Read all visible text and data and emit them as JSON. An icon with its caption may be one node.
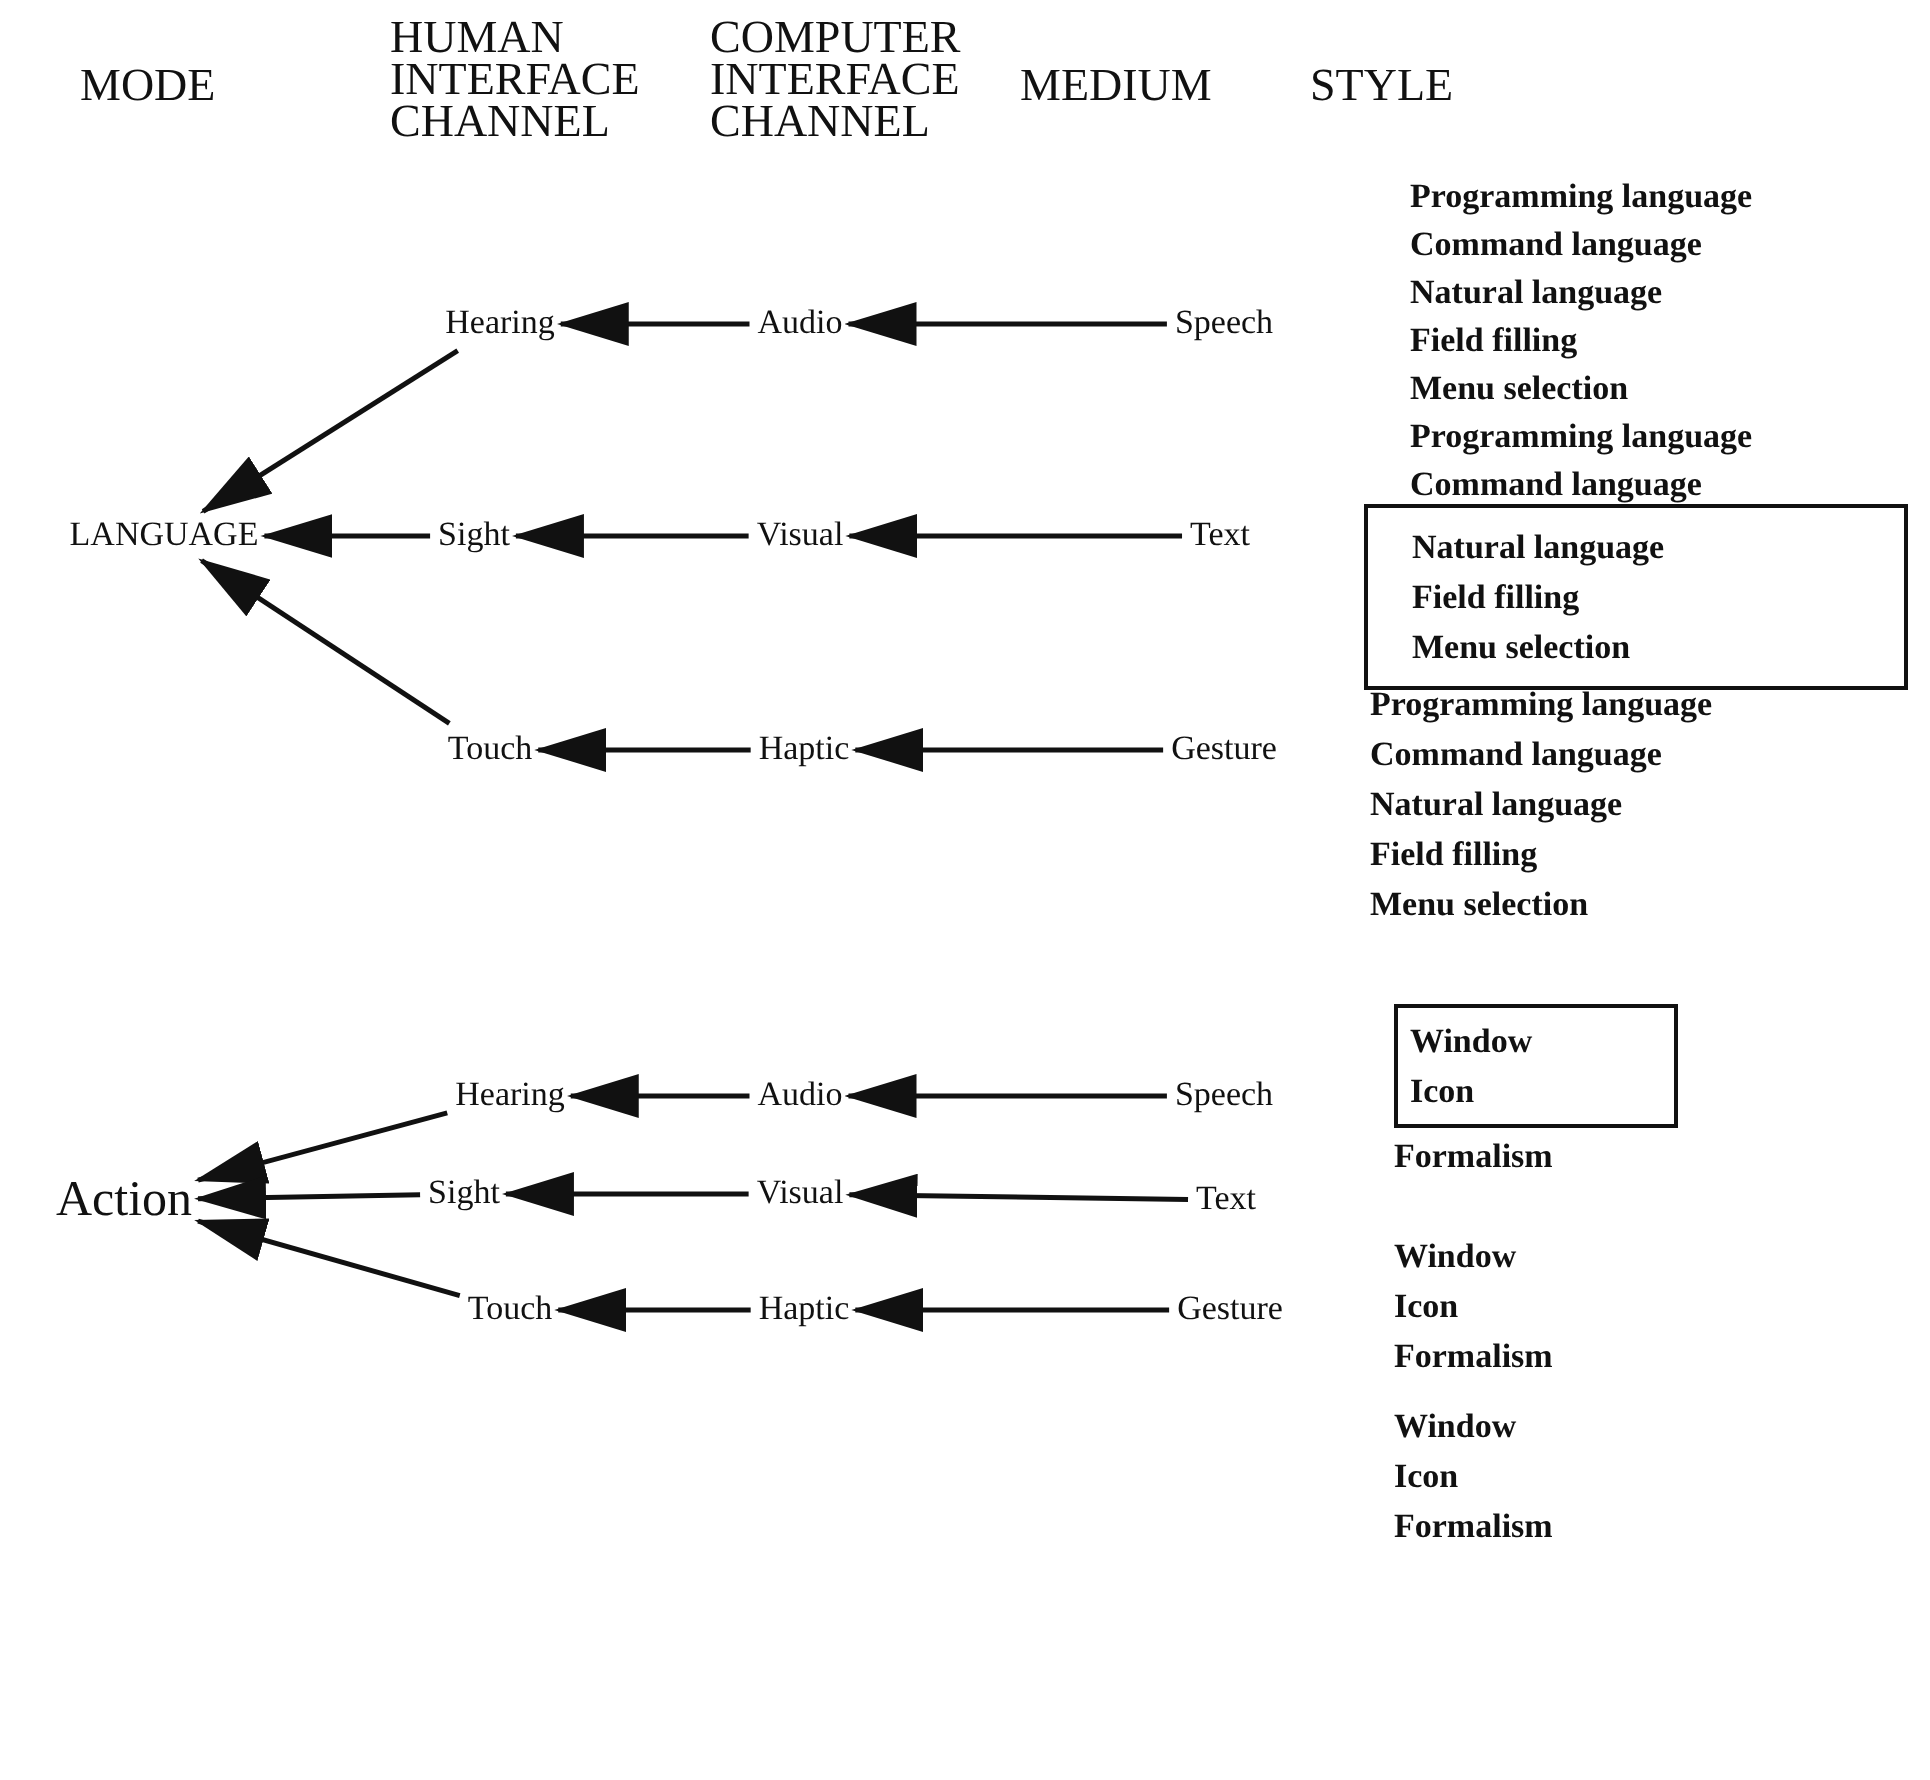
{
  "diagram": {
    "nodes": [
      {
        "text": [
          "LANGUAGE"
        ]
      },
      {
        "text": [
          "Hearing"
        ]
      },
      {
        "text": [
          "Audio"
        ]
      },
      {
        "text": [
          "Speech"
        ]
      },
      {
        "text": [
          "Sight"
        ]
      },
      {
        "text": [
          "Visual"
        ]
      },
      {
        "text": [
          "Text"
        ]
      },
      {
        "text": [
          "Touch"
        ]
      },
      {
        "text": [
          "Haptic"
        ]
      },
      {
        "text": [
          "Gesture"
        ]
      },
      {
        "text": [
          "Action"
        ]
      },
      {
        "text": [
          "Hearing"
        ]
      },
      {
        "text": [
          "Audio"
        ]
      },
      {
        "text": [
          "Speech"
        ]
      },
      {
        "text": [
          "Sight"
        ]
      },
      {
        "text": [
          "Visual"
        ]
      },
      {
        "text": [
          "Text"
        ]
      },
      {
        "text": [
          "Touch"
        ]
      },
      {
        "text": [
          "Haptic"
        ]
      },
      {
        "text": [
          "Gesture"
        ]
      },
      {
        "text": [
          "Natural language",
          "Field filling",
          "Menu selection"
        ]
      },
      {
        "text": [
          "Window",
          "Icon"
        ]
      }
    ],
    "edges": [
      {
        "from": 3,
        "to": 2,
        "arrow": "to"
      },
      {
        "from": 2,
        "to": 1,
        "arrow": "to"
      },
      {
        "from": 1,
        "to": 0,
        "arrow": "to"
      },
      {
        "from": 6,
        "to": 5,
        "arrow": "to"
      },
      {
        "from": 5,
        "to": 4,
        "arrow": "to"
      },
      {
        "from": 4,
        "to": 0,
        "arrow": "to"
      },
      {
        "from": 9,
        "to": 8,
        "arrow": "to"
      },
      {
        "from": 8,
        "to": 7,
        "arrow": "to"
      },
      {
        "from": 7,
        "to": 0,
        "arrow": "to"
      },
      {
        "from": 13,
        "to": 12,
        "arrow": "to"
      },
      {
        "from": 12,
        "to": 11,
        "arrow": "to"
      },
      {
        "from": 11,
        "to": 10,
        "arrow": "to"
      },
      {
        "from": 16,
        "to": 15,
        "arrow": "to"
      },
      {
        "from": 15,
        "to": 14,
        "arrow": "to"
      },
      {
        "from": 14,
        "to": 10,
        "arrow": "to"
      },
      {
        "from": 19,
        "to": 18,
        "arrow": "to"
      },
      {
        "from": 18,
        "to": 17,
        "arrow": "to"
      },
      {
        "from": 17,
        "to": 10,
        "arrow": "to"
      }
    ],
    "labels": [
      "MODE",
      "HUMAN INTERFACE CHANNEL",
      "COMPUTER INTERFACE CHANNEL",
      "MEDIUM",
      "STYLE",
      "Programming language",
      "Command language",
      "Natural language",
      "Field filling",
      "Menu selection",
      "Programming language",
      "Command language",
      "Programming language",
      "Command language",
      "Natural language",
      "Field filling",
      "Menu selection",
      "Formalism",
      "Window",
      "Icon",
      "Formalism",
      "Window",
      "Icon",
      "Formalism"
    ]
  }
}
